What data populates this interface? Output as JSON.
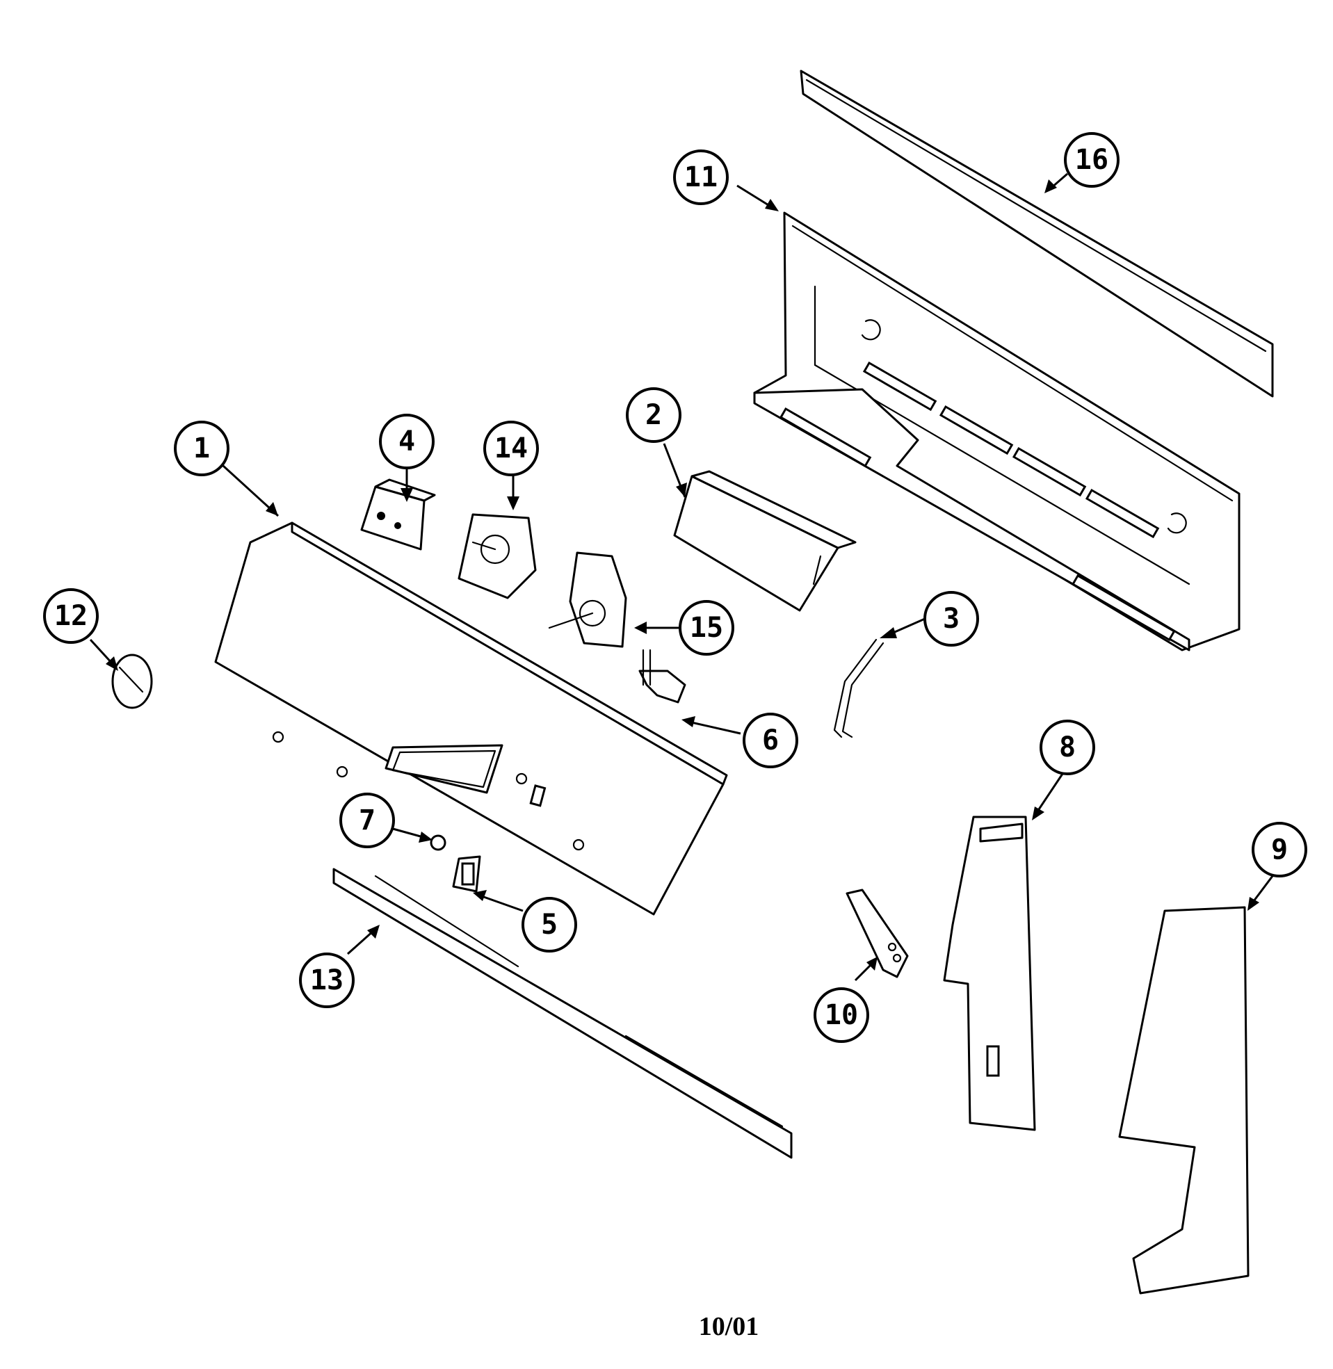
{
  "diagram": {
    "callouts": [
      "1",
      "2",
      "3",
      "4",
      "5",
      "6",
      "7",
      "8",
      "9",
      "10",
      "11",
      "12",
      "13",
      "14",
      "15",
      "16"
    ],
    "footer_date": "10/01"
  }
}
